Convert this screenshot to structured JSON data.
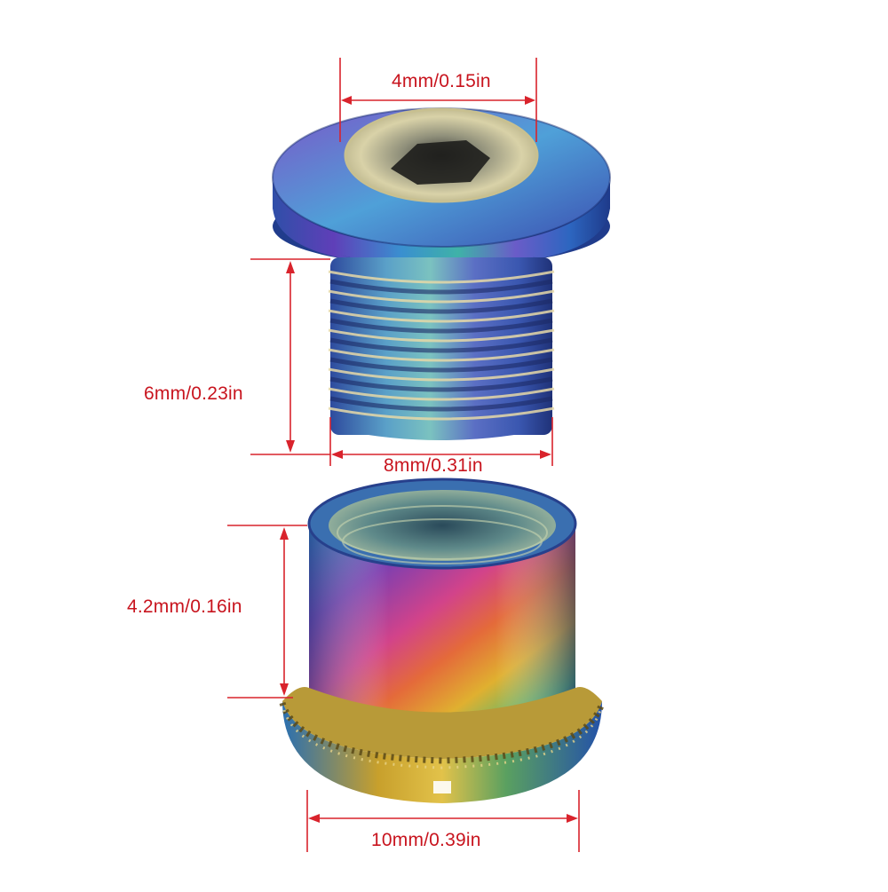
{
  "dimensions": {
    "head_width": "4mm/0.15in",
    "thread_length": "6mm/0.23in",
    "thread_diameter": "8mm/0.31in",
    "nut_height": "4.2mm/0.16in",
    "flange_diameter": "10mm/0.39in"
  },
  "colors": {
    "dimension_line": "#d9232c",
    "dimension_text": "#c8141e",
    "background": "#ffffff"
  }
}
